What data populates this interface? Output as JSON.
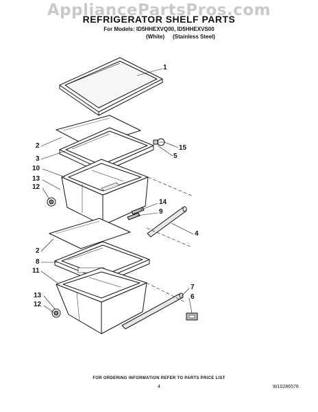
{
  "watermark": "AppliancePartsPros.com",
  "header": {
    "title": "REFRIGERATOR SHELF PARTS",
    "models": "For Models: ID5HHEXVQ00, ID5HHEXVS00",
    "variant_white": "(White)",
    "variant_stainless": "(Stainless Steel)"
  },
  "callouts": {
    "c1": "1",
    "c2a": "2",
    "c3": "3",
    "c10": "10",
    "c13a": "13",
    "c12a": "12",
    "c15": "15",
    "c5": "5",
    "c14": "14",
    "c9": "9",
    "c4": "4",
    "c2b": "2",
    "c8": "8",
    "c11": "11",
    "c7": "7",
    "c6": "6",
    "c13b": "13",
    "c12b": "12"
  },
  "footer": {
    "note": "FOR ORDERING INFORMATION REFER TO PARTS PRICE LIST",
    "page_number": "4",
    "document_number": "W10286576"
  }
}
